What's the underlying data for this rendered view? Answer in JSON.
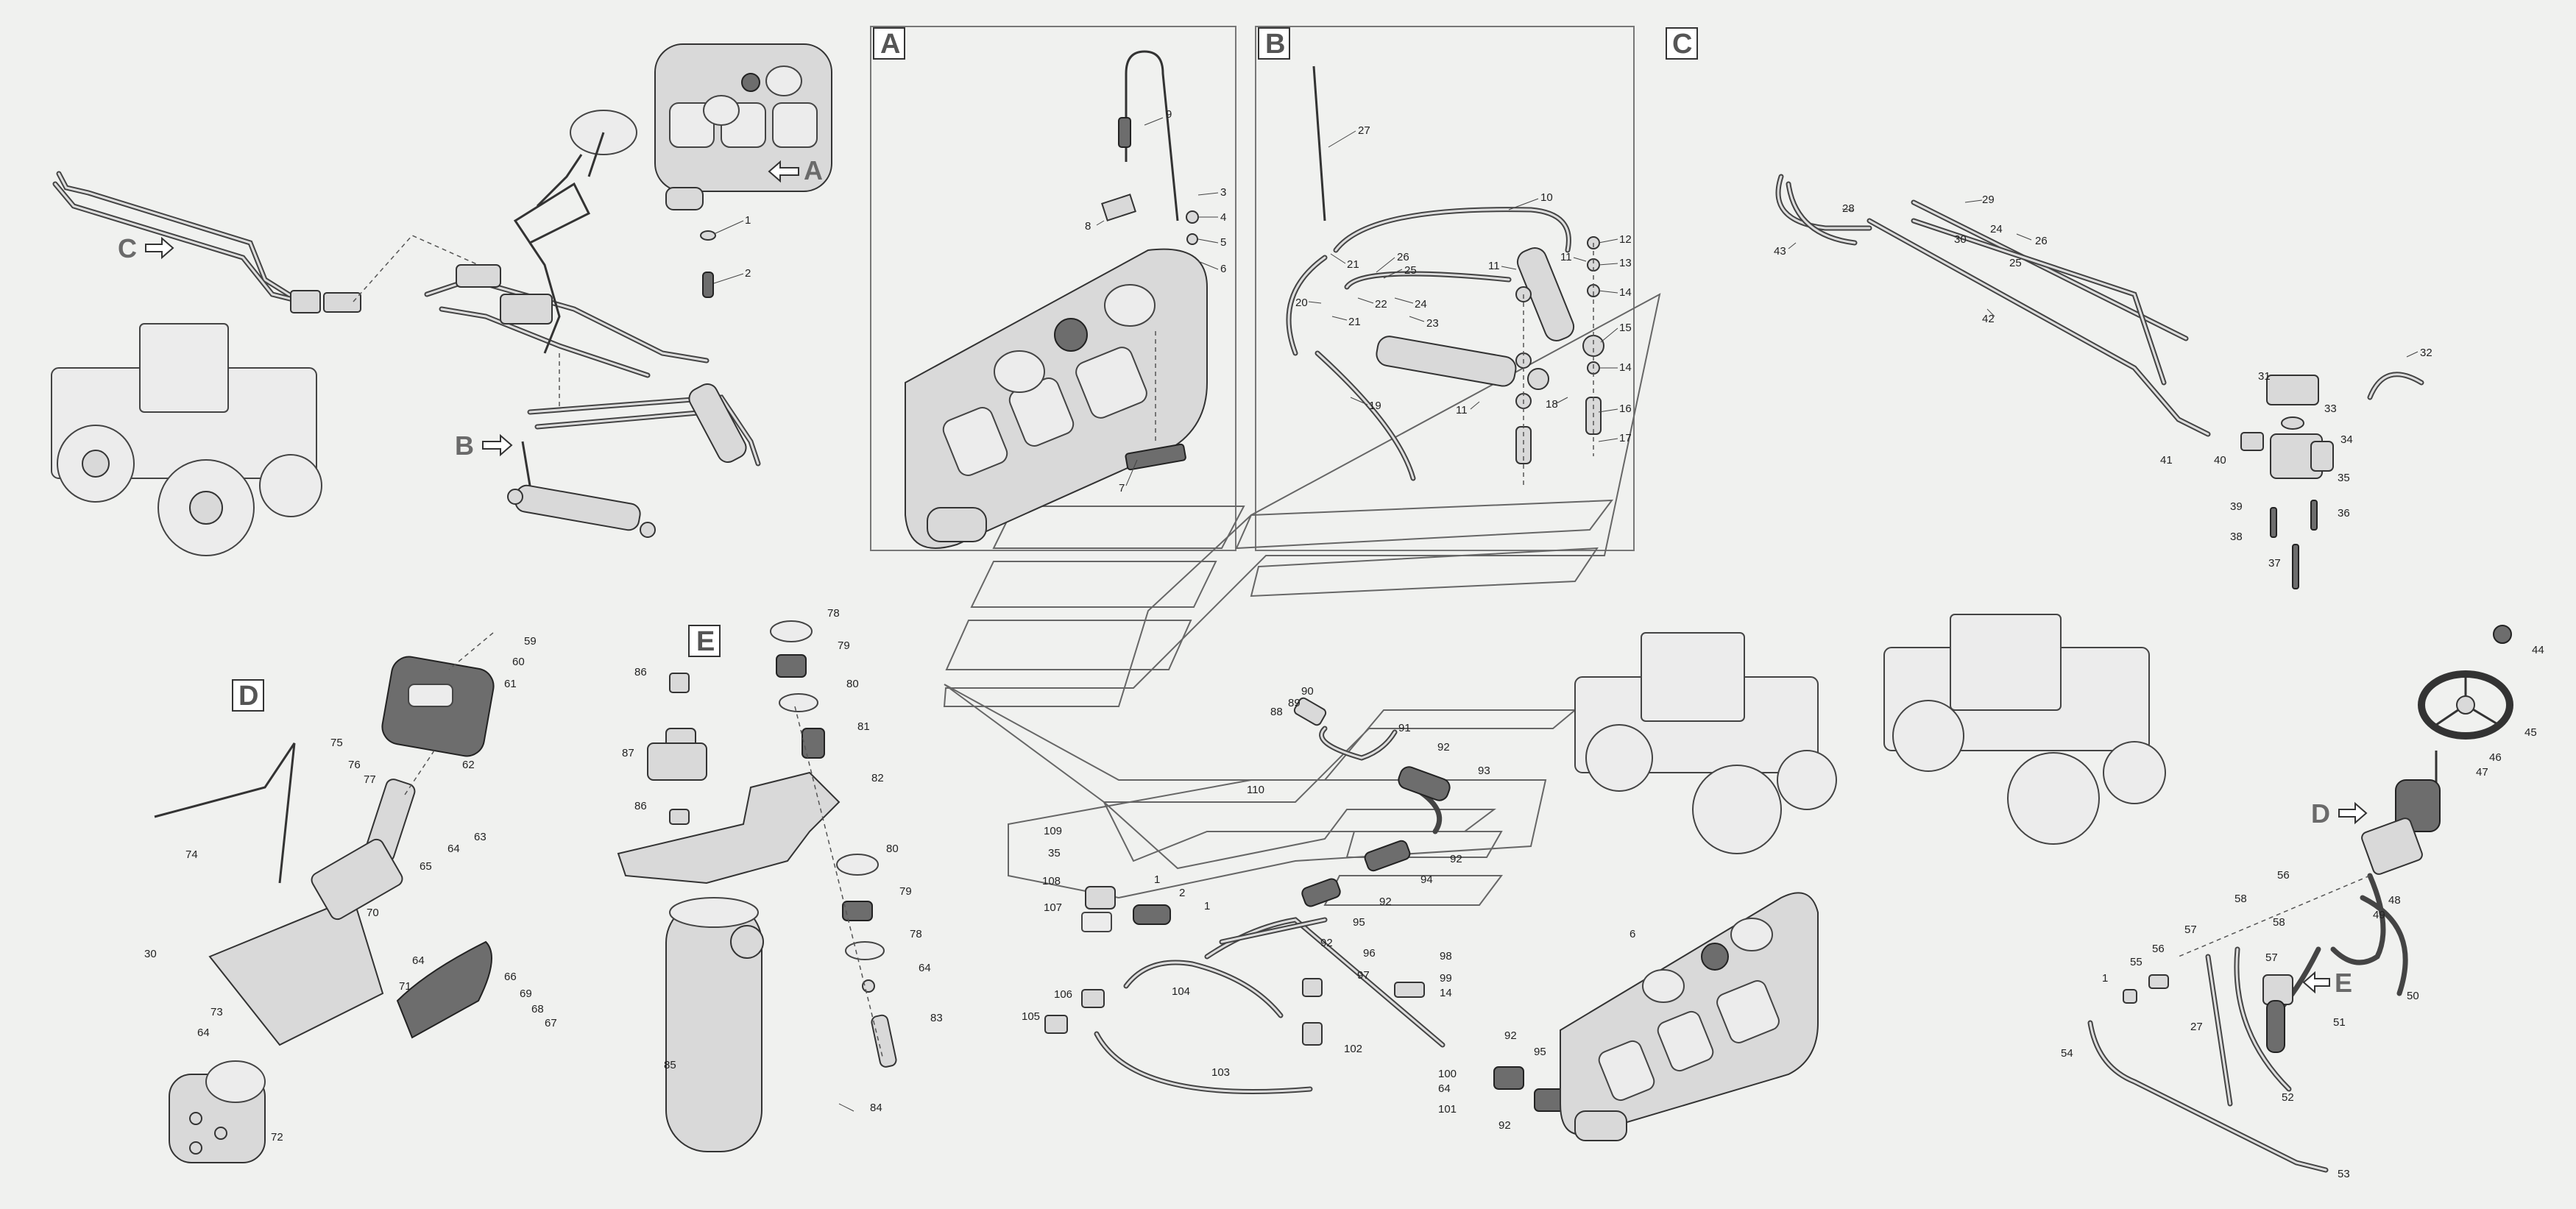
{
  "section_labels": {
    "A": "A",
    "B": "B",
    "C": "C",
    "D": "D",
    "E": "E"
  },
  "panel_a_numbers": [
    "9",
    "8",
    "3",
    "4",
    "5",
    "6",
    "7"
  ],
  "panel_b_numbers": [
    "27",
    "10",
    "12",
    "13",
    "14",
    "15",
    "14",
    "16",
    "17",
    "21",
    "26",
    "25",
    "24",
    "23",
    "22",
    "21",
    "20",
    "19",
    "11",
    "11",
    "18",
    "11"
  ],
  "top_left_numbers": [
    "1",
    "2"
  ],
  "panel_c_numbers": [
    "28",
    "43",
    "29",
    "24",
    "30",
    "25",
    "26",
    "42",
    "31",
    "32",
    "33",
    "34",
    "41",
    "40",
    "39",
    "35",
    "38",
    "36",
    "37"
  ],
  "panel_d_numbers": [
    "59",
    "60",
    "61",
    "62",
    "75",
    "76",
    "77",
    "63",
    "64",
    "65",
    "74",
    "70",
    "64",
    "71",
    "30",
    "66",
    "69",
    "68",
    "67",
    "73",
    "64",
    "72"
  ],
  "panel_e_numbers": [
    "78",
    "79",
    "80",
    "81",
    "86",
    "87",
    "82",
    "86",
    "80",
    "79",
    "78",
    "64",
    "83",
    "85",
    "84"
  ],
  "center_numbers": [
    "90",
    "89",
    "88",
    "91",
    "92",
    "93",
    "110",
    "109",
    "35",
    "108",
    "2",
    "1",
    "107",
    "1",
    "92",
    "94",
    "92",
    "95",
    "96",
    "98",
    "99",
    "14",
    "97",
    "104",
    "92",
    "106",
    "105",
    "102",
    "103",
    "92",
    "95",
    "100",
    "64",
    "101",
    "92",
    "6"
  ],
  "right_numbers": [
    "44",
    "45",
    "46",
    "47",
    "48",
    "49",
    "56",
    "58",
    "58",
    "57",
    "56",
    "57",
    "1",
    "55",
    "50",
    "51",
    "54",
    "27",
    "52",
    "53"
  ]
}
